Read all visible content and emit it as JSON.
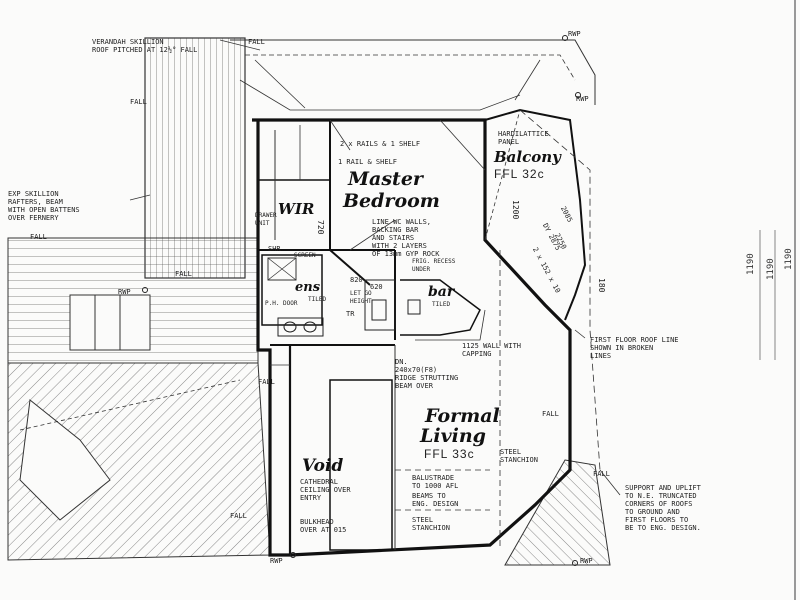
{
  "notes": {
    "verandah": "VERANDAH SKILLION\nROOF PITCHED AT 12½° FALL",
    "skillion": "EXP SKILLION\nRAFTERS, BEAM\nWITH OPEN BATTENS\nOVER FERNERY",
    "rails2": "2 x RAILS & 1 SHELF",
    "rail1": "1 RAIL & SHELF",
    "hardi": "HARDILATTICE\nPANEL",
    "line_wc": "LINE WC WALLS,\nBACKING BAR\nAND STAIRS\nWITH 2 LAYERS\nOF 13mm GYP ROCK",
    "fridge": "FRIG. RECESS\nUNDER",
    "drawer": "DRAWER\nUNIT",
    "shr": "SHR",
    "screen": "SCREEN",
    "tiled_ens": "TILED",
    "ph_door": "P.H. DOOR",
    "let_go": "LET GO\nHEIGHT",
    "tr": "TR",
    "bar_tiled": "TILED",
    "wall_capping": "1125 WALL WITH\nCAPPING",
    "beam_dn": "DN.\n240x70(F8)\nRIDGE STRUTTING\nBEAM OVER",
    "steel_stanchion1": "STEEL\nSTANCHION",
    "cathedral": "CATHEDRAL\nCEILING OVER\nENTRY",
    "balustrade": "BALUSTRADE\nTO 1000 AFL",
    "beams_eng": "BEAMS TO\nENG. DESIGN",
    "steel_stanchion2": "STEEL\nSTANCHION",
    "bulkhead": "BULKHEAD\nOVER AT 015",
    "first_floor_roof": "FIRST FLOOR ROOF LINE\nSHOWN IN BROKEN\nLINES",
    "support": "SUPPORT AND UPLIFT\nTO N.E. TRUNCATED\nCORNERS OF ROOFS\nTO GROUND AND\nFIRST FLOORS TO\nBE TO ENG. DESIGN."
  },
  "rooms": {
    "master": "Master",
    "bedroom": "Bedroom",
    "wir": "WIR",
    "ens": "ens",
    "bar": "bar",
    "balcony": "Balcony",
    "formal": "Formal",
    "living": "Living",
    "void": "Void"
  },
  "levels": {
    "balcony_ffl": "FFL 32c",
    "living_ffl": "FFL 33c"
  },
  "labels": {
    "rwp1": "RWP",
    "rwp2": "RWP",
    "rwp3": "RWP",
    "rwp4": "RWP",
    "rwp5": "RWP",
    "fall1": "FALL",
    "fall2": "FALL",
    "fall3": "FALL",
    "fall4": "FALL",
    "fall5": "FALL",
    "fall6": "FALL",
    "fall7": "FALL",
    "fall8": "FALL"
  },
  "dimensions": {
    "d720": "720",
    "d820": "820",
    "d620": "620",
    "d1200": "1200",
    "d2085": "2085",
    "d2250": "2250",
    "d2875": "DY 2875",
    "d1752": "2 x 152 x 10",
    "d180": "180",
    "m1190a": "1190",
    "m1190b": "1190",
    "m1190c": "1190"
  }
}
